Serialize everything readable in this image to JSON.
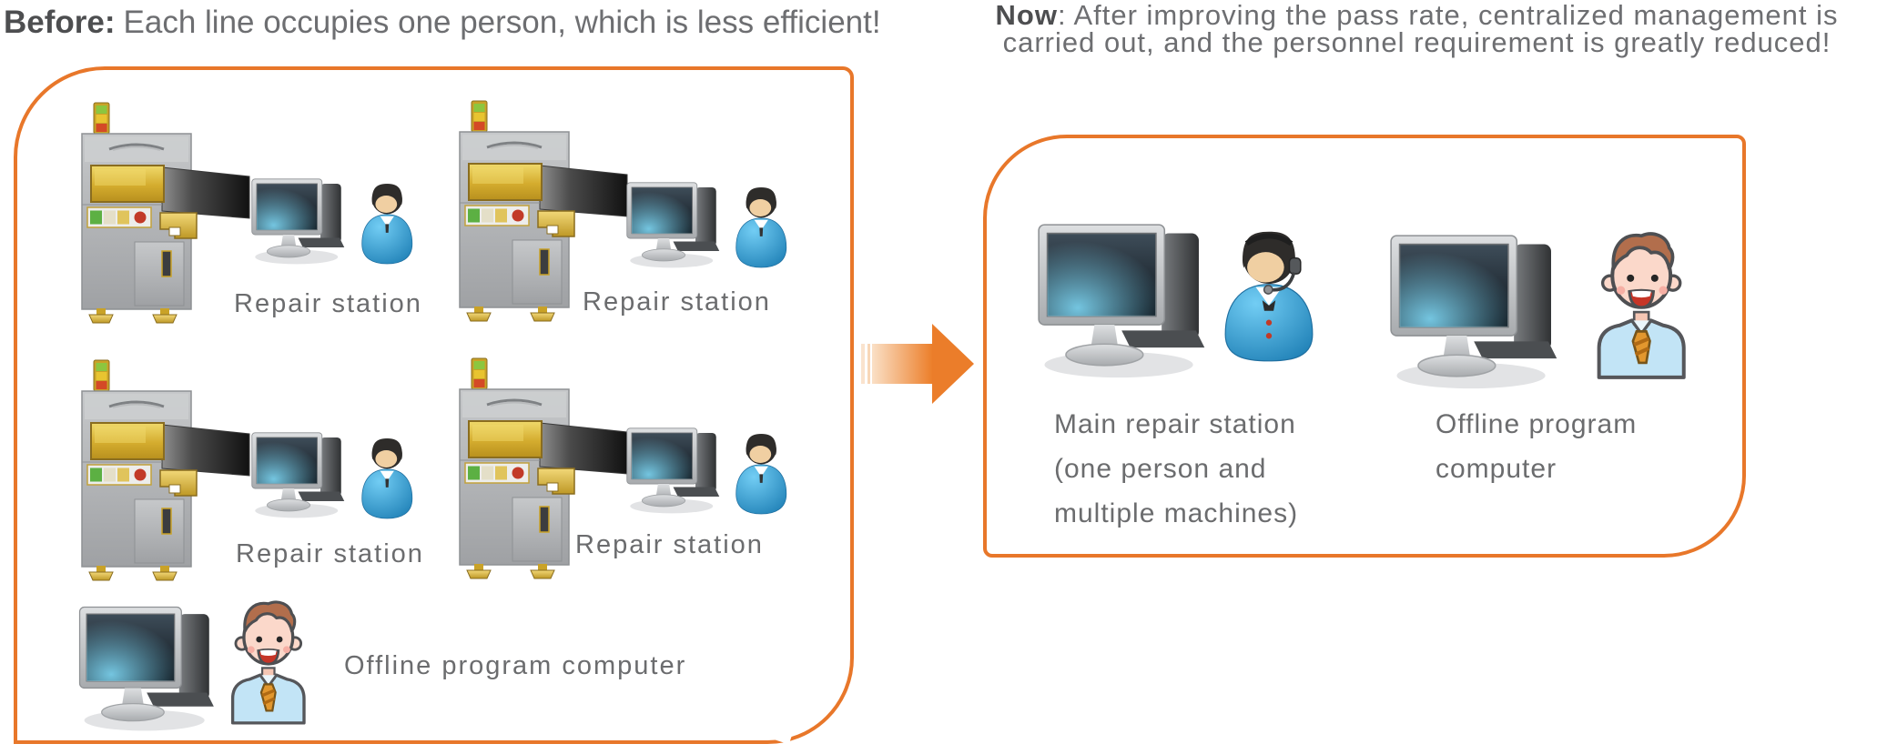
{
  "titles": {
    "before_label": "Before:",
    "before_rest": "Each line occupies one person, which is less efficient!",
    "now_label": "Now",
    "now_rest_line1": ": After improving the pass rate, centralized management is",
    "now_line2": "carried out, and the personnel requirement is greatly reduced!"
  },
  "before_box": {
    "station_labels": [
      "Repair station",
      "Repair station",
      "Repair station",
      "Repair station"
    ],
    "offline_label": "Offline program computer"
  },
  "now_box": {
    "main_label_lines": [
      "Main repair station",
      "(one person and",
      "multiple machines)"
    ],
    "offline_label_lines": [
      "Offline program",
      "computer"
    ]
  },
  "colors": {
    "accent_orange": "#E8772A",
    "label_gray": "#6B6C6E",
    "title_dark": "#4D4E50",
    "title_gray": "#6D6E71"
  }
}
